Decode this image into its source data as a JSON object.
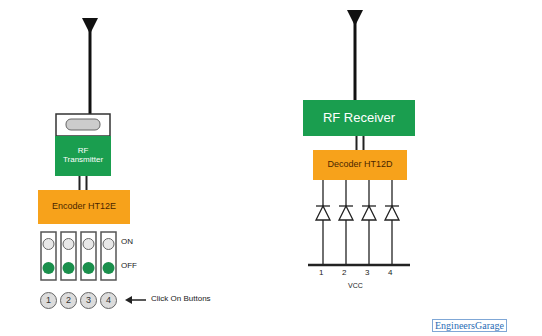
{
  "diagram": {
    "nodes": [
      {
        "text": [
          "RF Transmitter"
        ]
      },
      {
        "text": [
          "Encoder HT12E"
        ]
      },
      {
        "text": [
          "1"
        ]
      },
      {
        "text": [
          "2"
        ]
      },
      {
        "text": [
          "3"
        ]
      },
      {
        "text": [
          "4"
        ]
      },
      {
        "text": [
          "RF Receiver"
        ]
      },
      {
        "text": [
          "Decoder HT12D"
        ]
      }
    ],
    "edges": [
      {
        "from": 0,
        "to": 1,
        "arrow": "none"
      },
      {
        "from": 0,
        "to": 1,
        "arrow": "none"
      },
      {
        "from": 6,
        "to": 7,
        "arrow": "none"
      },
      {
        "from": 6,
        "to": 7,
        "arrow": "none"
      }
    ],
    "labels": [
      "ON",
      "OFF",
      "Click On Buttons",
      "1",
      "2",
      "3",
      "4",
      "VCC",
      "EngineersGarage"
    ]
  }
}
